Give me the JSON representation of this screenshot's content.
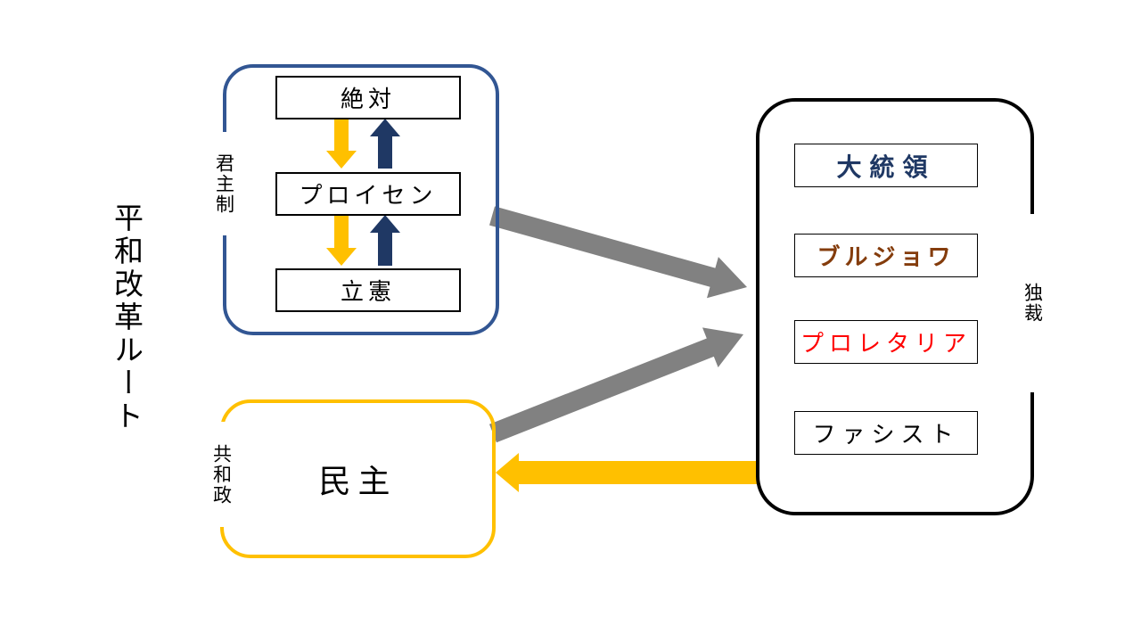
{
  "title": "平和改革ルート",
  "colors": {
    "gold": "#FFC000",
    "navy": "#1F3864",
    "gray": "#818181",
    "blue-border": "#325693",
    "red": "#FF0000",
    "brown": "#843C0C",
    "black": "#000000"
  },
  "monarchy": {
    "label": "君主制",
    "boxes": [
      {
        "label": "絶対"
      },
      {
        "label": "プロイセン"
      },
      {
        "label": "立憲"
      }
    ]
  },
  "republic": {
    "label": "共和政",
    "box": "民主"
  },
  "dictatorship": {
    "label": "独裁",
    "boxes": [
      {
        "label": "大統領",
        "color": "#1F3864"
      },
      {
        "label": "ブルジョワ",
        "color": "#843C0C"
      },
      {
        "label": "プロレタリア",
        "color": "#FF0000"
      },
      {
        "label": "ファシスト",
        "color": "#000000"
      }
    ]
  }
}
